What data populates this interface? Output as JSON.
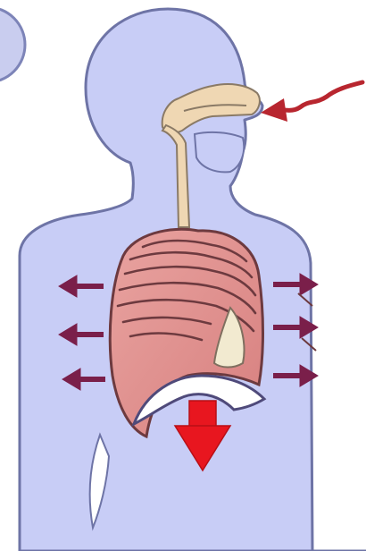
{
  "diagram": {
    "subject": "inhalation",
    "structures": [
      "body-outline",
      "nasal-cavity",
      "trachea",
      "lungs",
      "ribs",
      "heart",
      "diaphragm"
    ],
    "arrows": {
      "air-in": {
        "direction": "into-nose",
        "color": "#b8262f"
      },
      "chest-expansion-left": {
        "count": 3,
        "direction": "outward-left",
        "color": "#7a1f4a"
      },
      "chest-expansion-right": {
        "count": 3,
        "direction": "outward-right",
        "color": "#7a1f4a"
      },
      "diaphragm-down": {
        "direction": "down",
        "color": "#e8161f"
      }
    },
    "colors": {
      "body": "#c8cdf6",
      "outline": "#6e74a6",
      "airway": "#efd7b3",
      "lung": "#dc8b8b",
      "lung_outline": "#6d3a3f",
      "heart": "#f2ead0",
      "diaphragm": "#ffffff"
    }
  }
}
